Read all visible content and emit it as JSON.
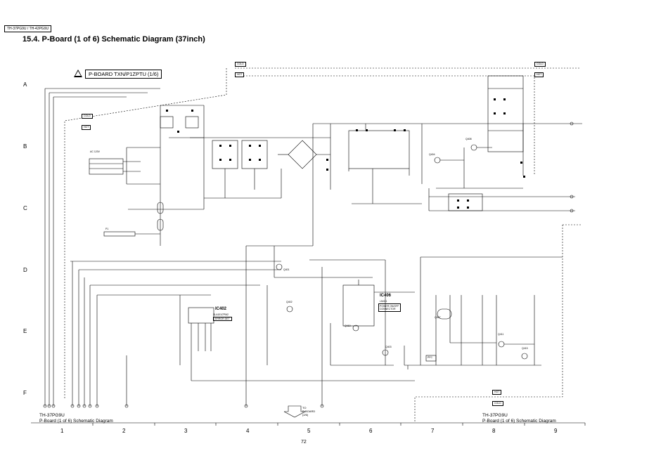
{
  "header": {
    "model_tag": "TH-37PG9U / TH-42PG9U",
    "title": "15.4.  P-Board (1 of 6) Schematic Diagram (37inch)"
  },
  "board_label": "P-BOARD TXN/P1ZPTU (1/6)",
  "grid": {
    "rows": [
      "A",
      "B",
      "C",
      "D",
      "E",
      "F"
    ],
    "columns": [
      "1",
      "2",
      "3",
      "4",
      "5",
      "6",
      "7",
      "8",
      "9"
    ]
  },
  "tags": {
    "cold": "COLD",
    "hot": "HOT"
  },
  "components": {
    "ic402": {
      "name": "IC402",
      "sub1": "SLA1E47PM2",
      "sub2": "ERROR DET"
    },
    "ic406": {
      "name": "IC406",
      "sub1": "LM411",
      "box": "POWER ON/OFF CONNECTOR"
    },
    "pfc_label": "PFC",
    "connector_p": "P1",
    "ac_input": "AC 120V"
  },
  "transistors": [
    "Q401",
    "Q402",
    "Q403",
    "Q410",
    "Q411",
    "Q415",
    "Q407",
    "Q408",
    "Q404"
  ],
  "arrow": {
    "label1": "TO",
    "label2": "P-BOARD",
    "label3": "(2/6)"
  },
  "footer": {
    "left_line1": "TH-37PG9U",
    "left_line2": "P-Board (1 of 6) Schematic Diagram",
    "right_line1": "TH-37PG9U",
    "right_line2": "P-Board (1 of 6) Schematic Diagram",
    "page_number": "72"
  },
  "colors": {
    "ink": "#000000",
    "background": "#ffffff"
  }
}
